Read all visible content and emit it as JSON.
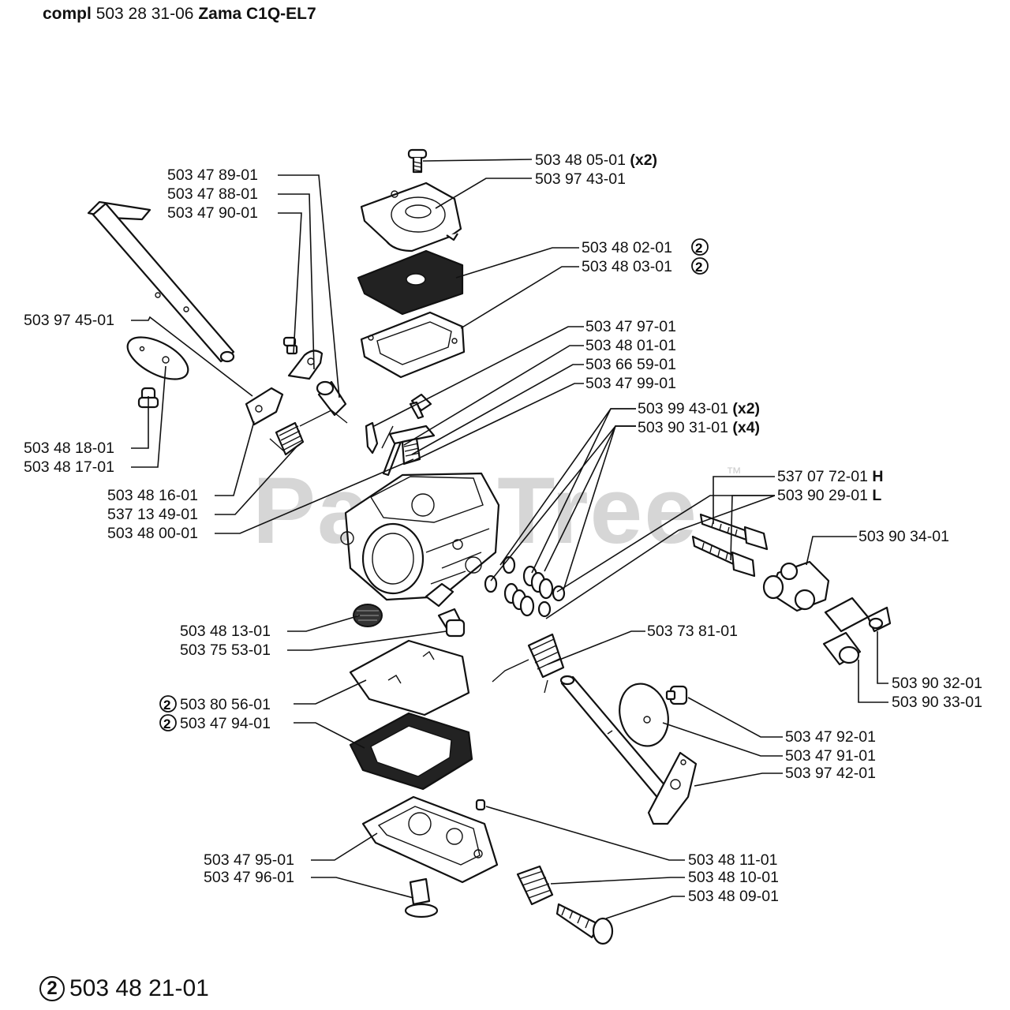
{
  "header": {
    "compl": "compl",
    "number": "503 28 31-06",
    "model": "Zama C1Q-EL7"
  },
  "watermark": {
    "text": "PartsTree",
    "tm": "™"
  },
  "labels": {
    "screw_top": "503 48 05-01",
    "screw_top_qty": "(x2)",
    "cover_top": "503 97 43-01",
    "diaphragm_pump": "503 48 02-01",
    "gasket_pump": "503 48 03-01",
    "l_89": "503 47 89-01",
    "l_88": "503 47 88-01",
    "l_90": "503 47 90-01",
    "choke_shaft": "503 97 45-01",
    "needle_valve": "503 47 97-01",
    "lever_48_01": "503 48 01-01",
    "spring_66_59": "503 66 59-01",
    "screw_47_99": "503 47 99-01",
    "oring_99_43": "503 99 43-01",
    "oring_99_43_qty": "(x2)",
    "ring_90_31": "503 90 31-01",
    "ring_90_31_qty": "(x4)",
    "screw_18": "503 48 18-01",
    "choke_plate": "503 48 17-01",
    "detent": "503 48 16-01",
    "spring_13_49": "537 13 49-01",
    "body": "503 48 00-01",
    "needle_h": "537 07 72-01",
    "needle_h_suffix": "H",
    "needle_l": "503 90 29-01",
    "needle_l_suffix": "L",
    "limiter_cap": "503 90 34-01",
    "screen": "503 48 13-01",
    "screw_75_53": "503 75 53-01",
    "spring_73_81": "503 73 81-01",
    "diaphragm_metering": "503 80 56-01",
    "gasket_metering": "503 47 94-01",
    "cap_32": "503 90 32-01",
    "cap_33": "503 90 33-01",
    "screw_92": "503 47 92-01",
    "throttle_plate": "503 47 91-01",
    "throttle_lever": "503 97 42-01",
    "cover_bottom": "503 47 95-01",
    "screw_bottom": "503 47 96-01",
    "plug": "503 48 11-01",
    "idle_spring": "503 48 10-01",
    "idle_screw": "503 48 09-01"
  },
  "kit_marker": "2",
  "footer": {
    "kit_number": "503 48 21-01"
  }
}
